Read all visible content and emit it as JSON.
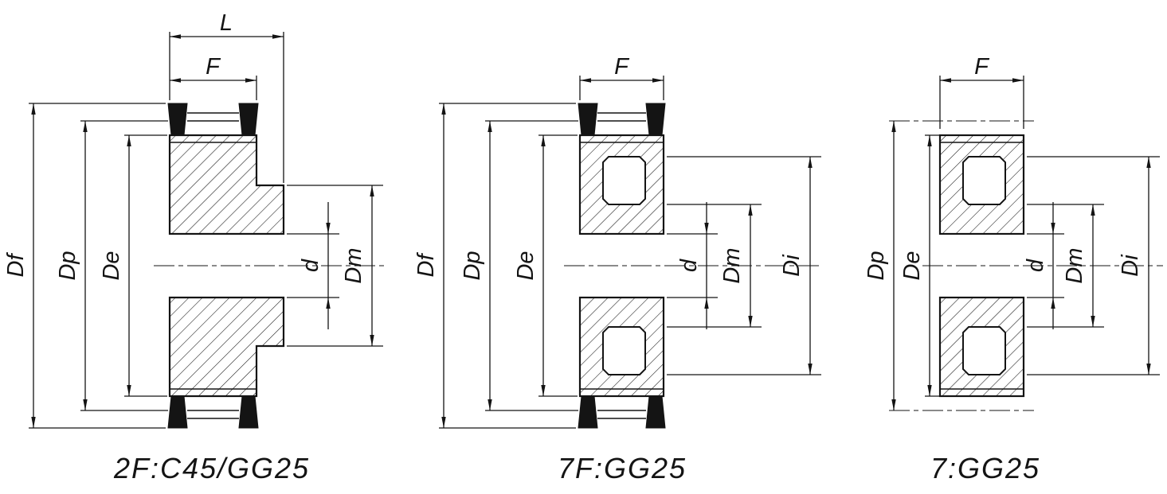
{
  "figures": {
    "fig1": {
      "caption": "2F:C45/GG25",
      "labels": {
        "L": "L",
        "F": "F",
        "Df": "Df",
        "Dp": "Dp",
        "De": "De",
        "d": "d",
        "Dm": "Dm"
      }
    },
    "fig2": {
      "caption": "7F:GG25",
      "labels": {
        "F": "F",
        "Df": "Df",
        "Dp": "Dp",
        "De": "De",
        "d": "d",
        "Dm": "Dm",
        "Di": "Di"
      }
    },
    "fig3": {
      "caption": "7:GG25",
      "labels": {
        "F": "F",
        "Dp": "Dp",
        "De": "De",
        "d": "d",
        "Dm": "Dm",
        "Di": "Di"
      }
    }
  },
  "colors": {
    "line": "#141414",
    "background": "#ffffff"
  }
}
